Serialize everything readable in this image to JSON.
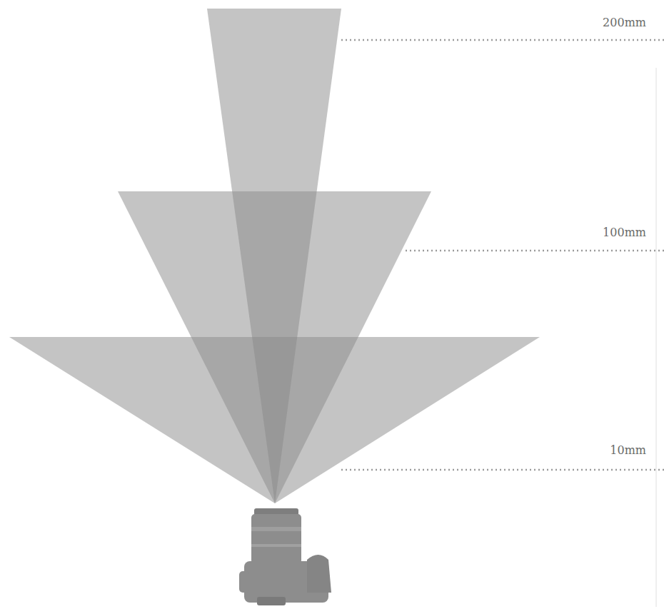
{
  "diagram": {
    "labels": [
      "200mm",
      "100mm",
      "10mm"
    ]
  }
}
